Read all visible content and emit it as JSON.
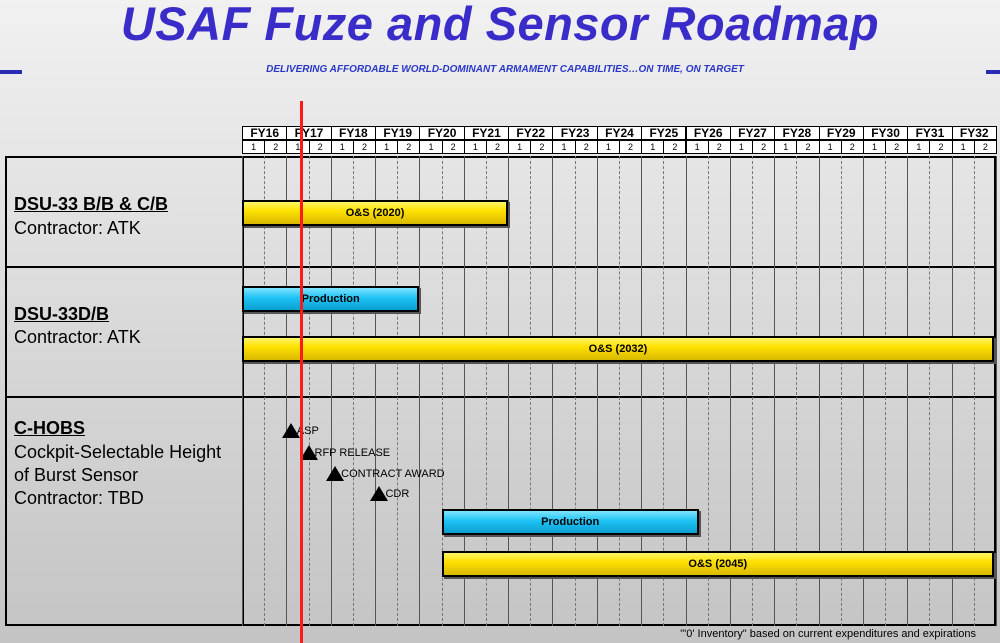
{
  "title": "USAF Fuze and Sensor Roadmap",
  "subtitle": "DELIVERING AFFORDABLE WORLD-DOMINANT ARMAMENT CAPABILITIES…ON TIME, ON TARGET",
  "timeline": {
    "years": [
      "FY16",
      "FY17",
      "FY18",
      "FY19",
      "FY20",
      "FY21",
      "FY22",
      "FY23",
      "FY24",
      "FY25",
      "FY26",
      "FY27",
      "FY28",
      "FY29",
      "FY30",
      "FY31",
      "FY32"
    ],
    "halves": [
      "1",
      "2"
    ],
    "current_date": "FY17.1"
  },
  "programs": [
    {
      "name": "DSU-33 B/B & C/B",
      "details": [
        "Contractor: ATK"
      ],
      "bars": [
        {
          "label": "O&S (2020)",
          "type": "os",
          "start": 0,
          "end": 6
        }
      ]
    },
    {
      "name": "DSU-33D/B",
      "details": [
        "Contractor: ATK"
      ],
      "bars": [
        {
          "label": "Production",
          "type": "prod",
          "start": 0,
          "end": 4
        },
        {
          "label": "O&S (2032)",
          "type": "os",
          "start": 0,
          "end": 17
        }
      ]
    },
    {
      "name": "C-HOBS",
      "details": [
        "Cockpit-Selectable Height",
        "of Burst Sensor",
        "Contractor: TBD"
      ],
      "milestones": [
        {
          "label": "ASP",
          "at": 1.1
        },
        {
          "label": "RFP RELEASE",
          "at": 1.5
        },
        {
          "label": "CONTRACT AWARD",
          "at": 2.1
        },
        {
          "label": "CDR",
          "at": 3.1
        }
      ],
      "bars": [
        {
          "label": "Production",
          "type": "prod",
          "start": 4.5,
          "end": 10.3
        },
        {
          "label": "O&S (2045)",
          "type": "os",
          "start": 4.5,
          "end": 17
        }
      ]
    }
  ],
  "colors": {
    "os": "#ffe100",
    "production": "#1ec3f5",
    "today_line": "#ff1a1a",
    "title": "#3a2cc8"
  },
  "footnote": "\"'0' Inventory\" based on current expenditures and expirations"
}
